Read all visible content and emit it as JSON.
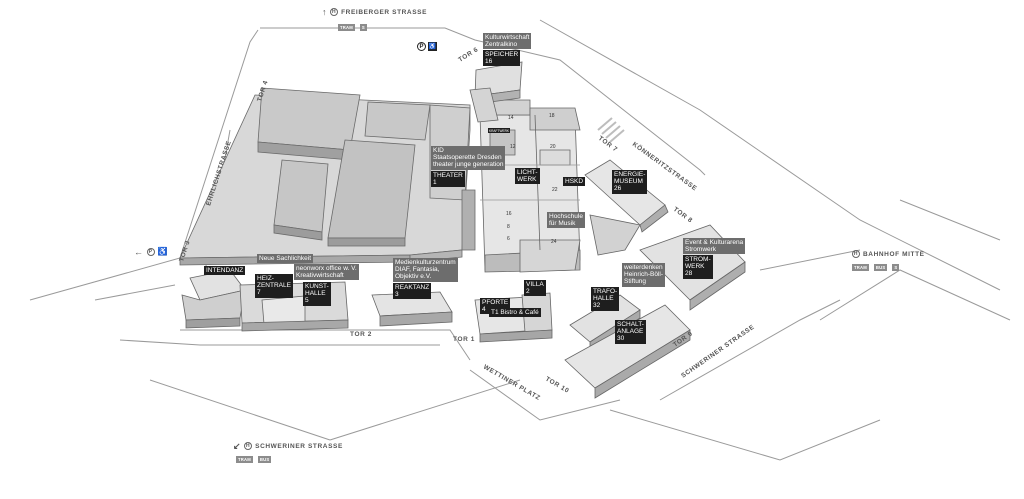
{
  "streets": {
    "freiberger": "FREIBERGER STRASSE",
    "koenneritz": "KÖNNERITZSTRASSE",
    "ehrlich": "EHRLICHSTRASSE",
    "wettiner": "WETTINER PLATZ",
    "schweriner_side": "SCHWERINER STRASSE",
    "schweriner_bottom": "SCHWERINER STRASSE",
    "bahnhof": "BAHNHOF MITTE"
  },
  "gates": {
    "tor1": "TOR 1",
    "tor2": "TOR 2",
    "tor3": "TOR 3",
    "tor4": "TOR 4",
    "tor6": "TOR 6",
    "tor7": "TOR 7",
    "tor8": "TOR 8",
    "tor9": "TOR 9",
    "tor10": "TOR 10"
  },
  "transit": {
    "freiberger": {
      "badges": [
        "TRAM",
        "S"
      ]
    },
    "bahnhof": {
      "badges": [
        "TRAM",
        "BUS",
        "S"
      ]
    },
    "schweriner": {
      "badges": [
        "TRAM",
        "BUS"
      ]
    },
    "stop_symbol": "H"
  },
  "icons": {
    "parking": "P",
    "wheelchair": "♿"
  },
  "buildings": {
    "speicher": {
      "title": "SPEICHER",
      "number": "16"
    },
    "kulturwirtschaft": {
      "line1": "Kulturwirtschaft",
      "line2": "Zentralkino"
    },
    "kid": {
      "line1": "KID",
      "line2": "Staatsoperette Dresden",
      "line3": "theater junge generation"
    },
    "theater": {
      "title": "THEATER",
      "number": "1"
    },
    "lichtwerk": {
      "line1": "LICHT-",
      "line2": "WERK"
    },
    "hskd": {
      "title": "HSKD"
    },
    "hochschule": {
      "line1": "Hochschule",
      "line2": "für Musik"
    },
    "energiemuseum": {
      "line1": "ENERGIE-",
      "line2": "MUSEUM",
      "number": "26"
    },
    "event": {
      "line1": "Event & Kulturarena",
      "line2": "Stromwerk"
    },
    "stromwerk": {
      "line1": "STROM-",
      "line2": "WERK",
      "number": "28"
    },
    "weiterdenken": {
      "line1": "weiterdenken",
      "line2": "Heinrich-Böll-",
      "line3": "Stiftung"
    },
    "trafohalle": {
      "line1": "TRAFO-",
      "line2": "HALLE",
      "number": "32"
    },
    "schaltanlage": {
      "line1": "SCHALT-",
      "line2": "ANLAGE",
      "number": "30"
    },
    "intendanz": {
      "title": "INTENDANZ"
    },
    "neue_sachlichkeit": {
      "title": "Neue Sachlichkeit"
    },
    "neonworx": {
      "line1": "neonworx office w. V.",
      "line2": "Kreativwirtschaft"
    },
    "heizzentrale": {
      "line1": "HEIZ-",
      "line2": "ZENTRALE",
      "number": "7"
    },
    "kunsthalle": {
      "line1": "KUNST-",
      "line2": "HALLE",
      "number": "5"
    },
    "medienkultur": {
      "line1": "Medienkulturzentrum",
      "line2": "DIAF, Fantasia,",
      "line3": "Objektiv e.V."
    },
    "reaktanz": {
      "title": "REAKTANZ",
      "number": "3"
    },
    "villa": {
      "title": "VILLA",
      "number": "2"
    },
    "pforte": {
      "title": "PFORTE",
      "number": "4"
    },
    "t1": {
      "title": "T1 Bistro & Café"
    },
    "kraftwerk_sign": {
      "line1": "KRAFTWERK",
      "line2": "MITTE"
    }
  },
  "room_numbers": [
    "14",
    "18",
    "20",
    "22",
    "16",
    "8",
    "6",
    "24",
    "12"
  ]
}
